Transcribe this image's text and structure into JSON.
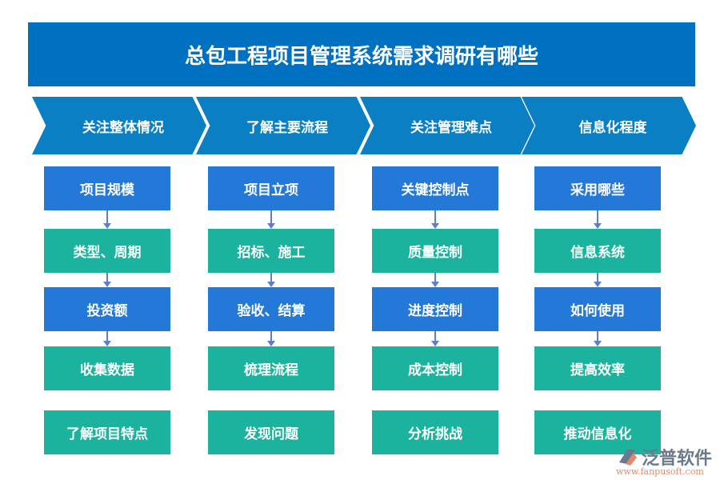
{
  "title": "总包工程项目管理系统需求调研有哪些",
  "columns": [
    {
      "header": "关注整体情况",
      "items": [
        "项目规模",
        "类型、周期",
        "投资额",
        "收集数据",
        "了解项目特点"
      ]
    },
    {
      "header": "了解主要流程",
      "items": [
        "项目立项",
        "招标、施工",
        "验收、结算",
        "梳理流程",
        "发现问题"
      ]
    },
    {
      "header": "关注管理难点",
      "items": [
        "关键控制点",
        "质量控制",
        "进度控制",
        "成本控制",
        "分析挑战"
      ]
    },
    {
      "header": "信息化程度",
      "items": [
        "采用哪些",
        "信息系统",
        "如何使用",
        "提高效率",
        "推动信息化"
      ]
    }
  ],
  "colors": {
    "title": "#0070c0",
    "chevron": "#0a7fc4",
    "blue_box": "#2378d8",
    "teal_box": "#1bb39e"
  },
  "logo": {
    "name": "泛普软件",
    "url": "www.fanpusoft.com"
  }
}
